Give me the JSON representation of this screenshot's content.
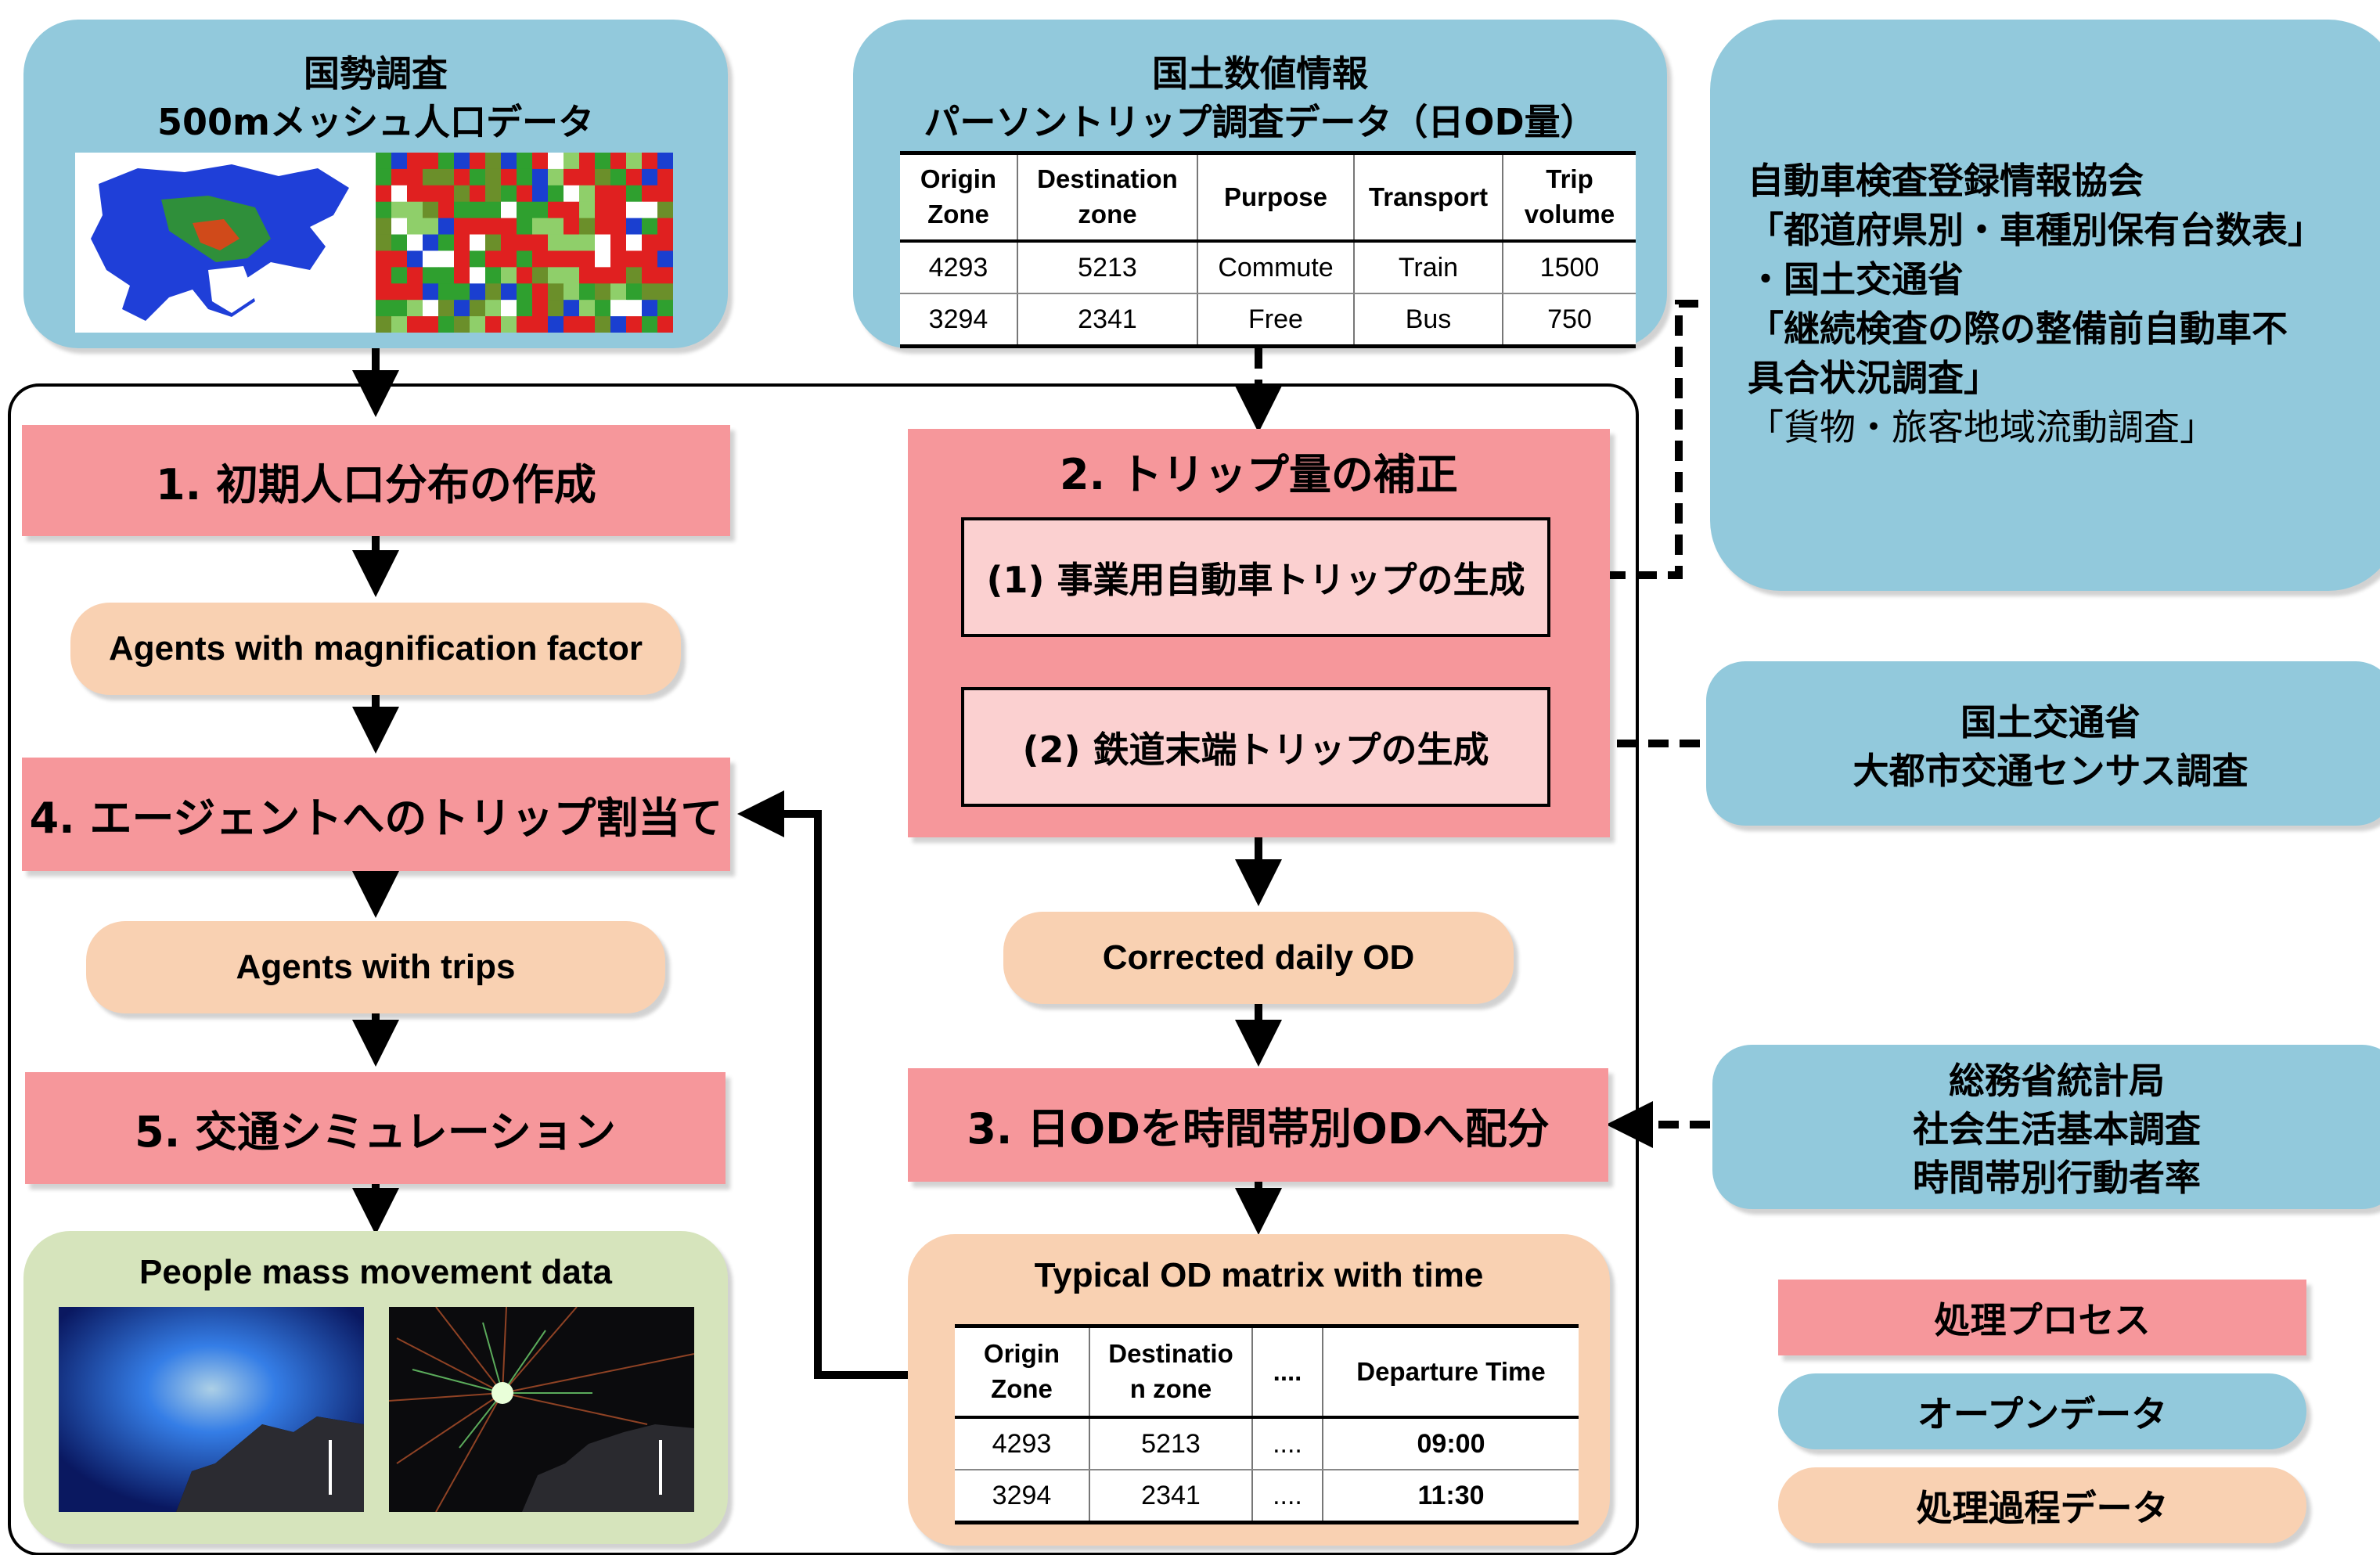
{
  "census": {
    "line1": "国勢調査",
    "line2": "500mメッシュ人口データ"
  },
  "pt_survey": {
    "line1": "国土数値情報",
    "line2": "パーソントリップ調査データ（日OD量）",
    "table": {
      "headers": [
        "Origin\nZone",
        "Destination\nzone",
        "Purpose",
        "Transport",
        "Trip\nvolume"
      ],
      "rows": [
        [
          "4293",
          "5213",
          "Commute",
          "Train",
          "1500"
        ],
        [
          "3294",
          "2341",
          "Free",
          "Bus",
          "750"
        ]
      ]
    }
  },
  "vehicle_source": {
    "lines": [
      "自動車検査登録情報協会",
      "「都道府県別・車種別保有台数表」",
      "・国土交通省",
      "「継続検査の際の整備前自動車不",
      "具合状況調査」",
      "「貨物・旅客地域流動調査」"
    ]
  },
  "census_source": {
    "line1": "国土交通省",
    "line2": "大都市交通センサス調査"
  },
  "stat_source": {
    "line1": "総務省統計局",
    "line2": "社会生活基本調査",
    "line3": "時間帯別行動者率"
  },
  "steps": {
    "s1": "1. 初期人口分布の作成",
    "agents_mag": "Agents with magnification factor",
    "s4": "4. エージェントへのトリップ割当て",
    "agents_trips": "Agents with trips",
    "s5": "5. 交通シミュレーション",
    "people_mass": "People mass movement data",
    "s2": "2. トリップ量の補正",
    "s2_1": "(1) 事業用自動車トリップの生成",
    "s2_2": "(2) 鉄道末端トリップの生成",
    "corrected": "Corrected daily OD",
    "s3": "3. 日ODを時間帯別ODへ配分"
  },
  "typical_od": {
    "title": "Typical OD matrix with time",
    "headers": [
      "Origin\nZone",
      "Destinatio\nn zone",
      "....",
      "Departure Time"
    ],
    "rows": [
      [
        "4293",
        "5213",
        "....",
        "09:00"
      ],
      [
        "3294",
        "2341",
        "....",
        "11:30"
      ]
    ]
  },
  "legend": {
    "process": "処理プロセス",
    "open_data": "オープンデータ",
    "intermediate": "処理過程データ"
  },
  "colors": {
    "open_data": "#92c9dc",
    "process": "#f6979b",
    "intermediate": "#f9d1b2",
    "output": "#d6e4bc"
  }
}
